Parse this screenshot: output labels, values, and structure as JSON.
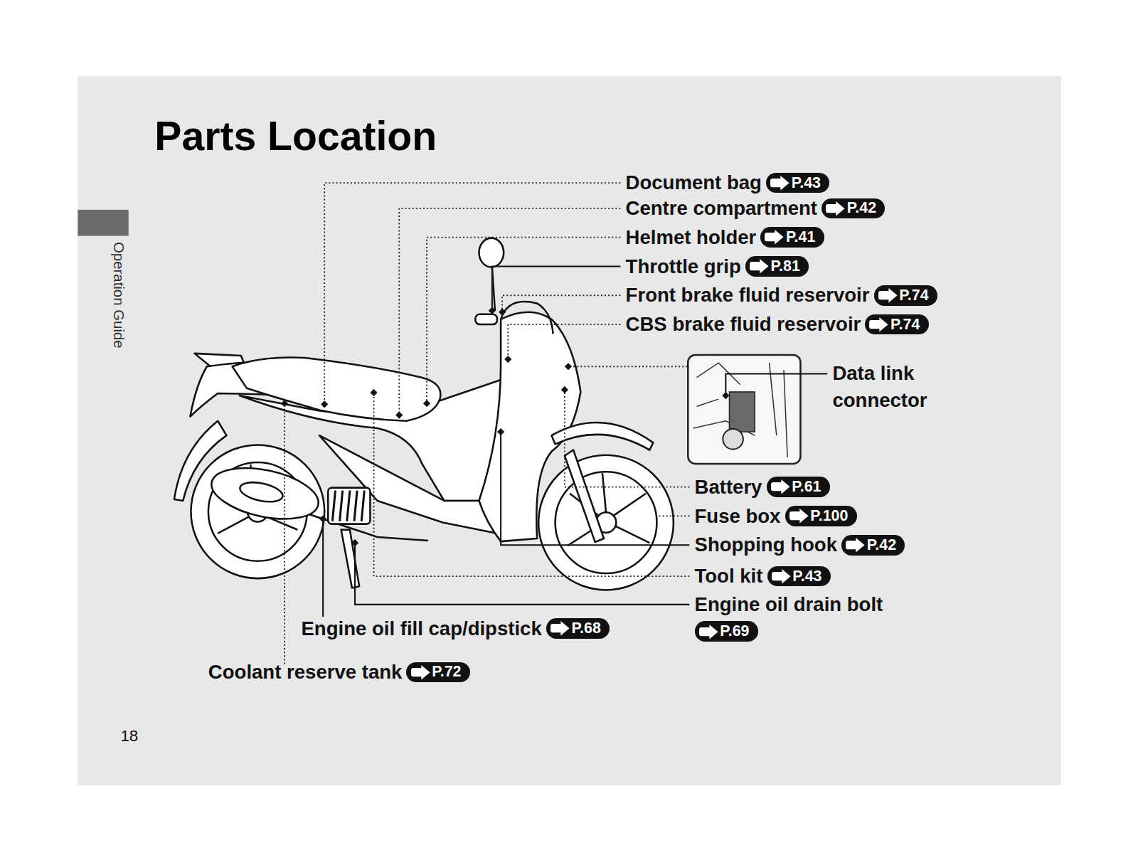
{
  "diagram": {
    "title": "Parts Location",
    "nodes": [
      {
        "text": [
          "P.43"
        ]
      },
      {
        "text": [
          "P.42"
        ]
      },
      {
        "text": [
          "P.41"
        ]
      },
      {
        "text": [
          "P.81"
        ]
      },
      {
        "text": [
          "P.74"
        ]
      },
      {
        "text": [
          "P.74"
        ]
      },
      {
        "text": [
          "P.61"
        ]
      },
      {
        "text": [
          "P.100"
        ]
      },
      {
        "text": [
          "P.42"
        ]
      },
      {
        "text": [
          "P.43"
        ]
      },
      {
        "text": [
          "P.69"
        ]
      },
      {
        "text": [
          "P.68"
        ]
      },
      {
        "text": [
          "P.72"
        ]
      }
    ],
    "labels": [
      "Operation Guide",
      "Document bag",
      "Centre compartment",
      "Helmet holder",
      "Throttle grip",
      "Front brake fluid reservoir",
      "CBS brake fluid reservoir",
      "Data link connector",
      "Battery",
      "Fuse box",
      "Shopping hook",
      "Tool kit",
      "Engine oil drain bolt",
      "Engine oil fill cap/dipstick",
      "Coolant reserve tank",
      "18"
    ]
  }
}
